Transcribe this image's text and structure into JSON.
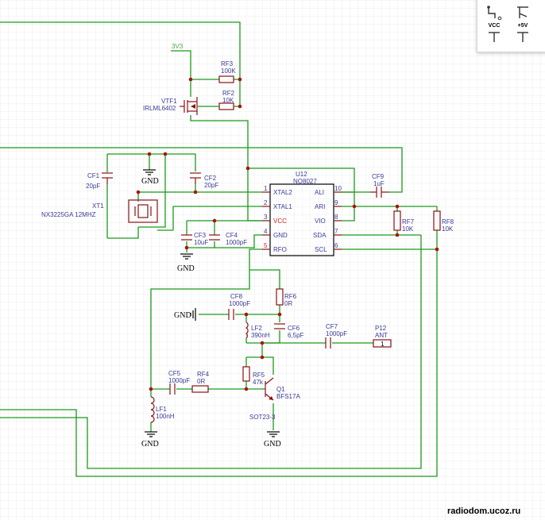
{
  "toolbar": {
    "items": [
      {
        "name": "wire-tool",
        "label": ""
      },
      {
        "name": "bus-tool",
        "label": ""
      },
      {
        "name": "vcc-tool",
        "label": "VCC"
      },
      {
        "name": "plus5v-tool",
        "label": "+5V"
      }
    ]
  },
  "components": {
    "net_3v3": "3V3",
    "rf3": {
      "ref": "RF3",
      "value": "100K"
    },
    "rf2": {
      "ref": "RF2",
      "value": "10K"
    },
    "vtf1": {
      "ref": "VTF1",
      "value": "IRLML6402"
    },
    "cf1": {
      "ref": "CF1",
      "value": "20pF"
    },
    "cf2": {
      "ref": "CF2",
      "value": "20pF"
    },
    "xt1": {
      "ref": "XT1",
      "value": "NX3225GA 12MHZ"
    },
    "cf3": {
      "ref": "CF3",
      "value": "10uF"
    },
    "cf4": {
      "ref": "CF4",
      "value": "1000pF"
    },
    "u12": {
      "ref": "U12",
      "value": "NQ8027"
    },
    "cf9": {
      "ref": "CF9",
      "value": "1uF"
    },
    "rf7": {
      "ref": "RF7",
      "value": "10K"
    },
    "rf8": {
      "ref": "RF8",
      "value": "10K"
    },
    "rf6": {
      "ref": "RF6",
      "value": "0R"
    },
    "cf8": {
      "ref": "CF8",
      "value": "1000pF"
    },
    "lf2": {
      "ref": "LF2",
      "value": "390nH"
    },
    "cf6": {
      "ref": "CF6",
      "value": "6,5pF"
    },
    "cf7": {
      "ref": "CF7",
      "value": "1000pF"
    },
    "p12": {
      "ref": "P12",
      "value": "ANT",
      "pin": "1"
    },
    "rf5": {
      "ref": "RF5",
      "value": "47k"
    },
    "q1": {
      "ref": "Q1",
      "value": "BFS17A",
      "package": "SOT23-3"
    },
    "cf5": {
      "ref": "CF5",
      "value": "1000pF"
    },
    "rf4": {
      "ref": "RF4",
      "value": "0R"
    },
    "lf1": {
      "ref": "LF1",
      "value": "100nH"
    }
  },
  "ic_pins": {
    "left": [
      {
        "num": "1",
        "name": "XTAL2"
      },
      {
        "num": "2",
        "name": "XTAL1"
      },
      {
        "num": "3",
        "name": "VCC"
      },
      {
        "num": "4",
        "name": "GND"
      },
      {
        "num": "5",
        "name": "RFO"
      }
    ],
    "right": [
      {
        "num": "10",
        "name": "ALI"
      },
      {
        "num": "9",
        "name": "ARI"
      },
      {
        "num": "8",
        "name": "VIO"
      },
      {
        "num": "7",
        "name": "SDA"
      },
      {
        "num": "6",
        "name": "SCL"
      }
    ]
  },
  "ground_label": "GND",
  "watermark": "radiodom.ucoz.ru",
  "colors": {
    "wire": "#1a9a1a",
    "component": "#8a1111",
    "label": "#3a3a9a",
    "junction": "#b01010",
    "grid": "#e6e6e6"
  }
}
